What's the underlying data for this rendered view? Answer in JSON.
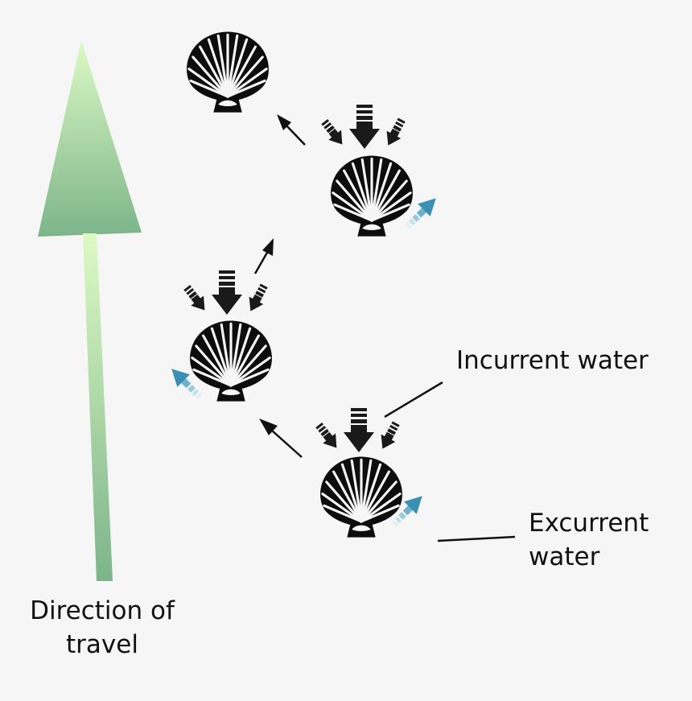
{
  "labels": {
    "incurrent": "Incurrent water",
    "excurrent_line1": "Excurrent",
    "excurrent_line2": "water",
    "travel_line1": "Direction of",
    "travel_line2": "travel"
  },
  "colors": {
    "background": "#f6f6f6",
    "shell": "#0d0d0d",
    "incurrent_arrow": "#1a1a1a",
    "excurrent_arrow": "#3f96b8",
    "travel_arrow_top": "#d8f8c0",
    "travel_arrow_bottom": "#7fb88c",
    "path_arrow": "#111111"
  },
  "icons": [
    "scallop-shell-icon",
    "incurrent-arrow-icon",
    "excurrent-arrow-icon",
    "direction-arrow-icon"
  ]
}
